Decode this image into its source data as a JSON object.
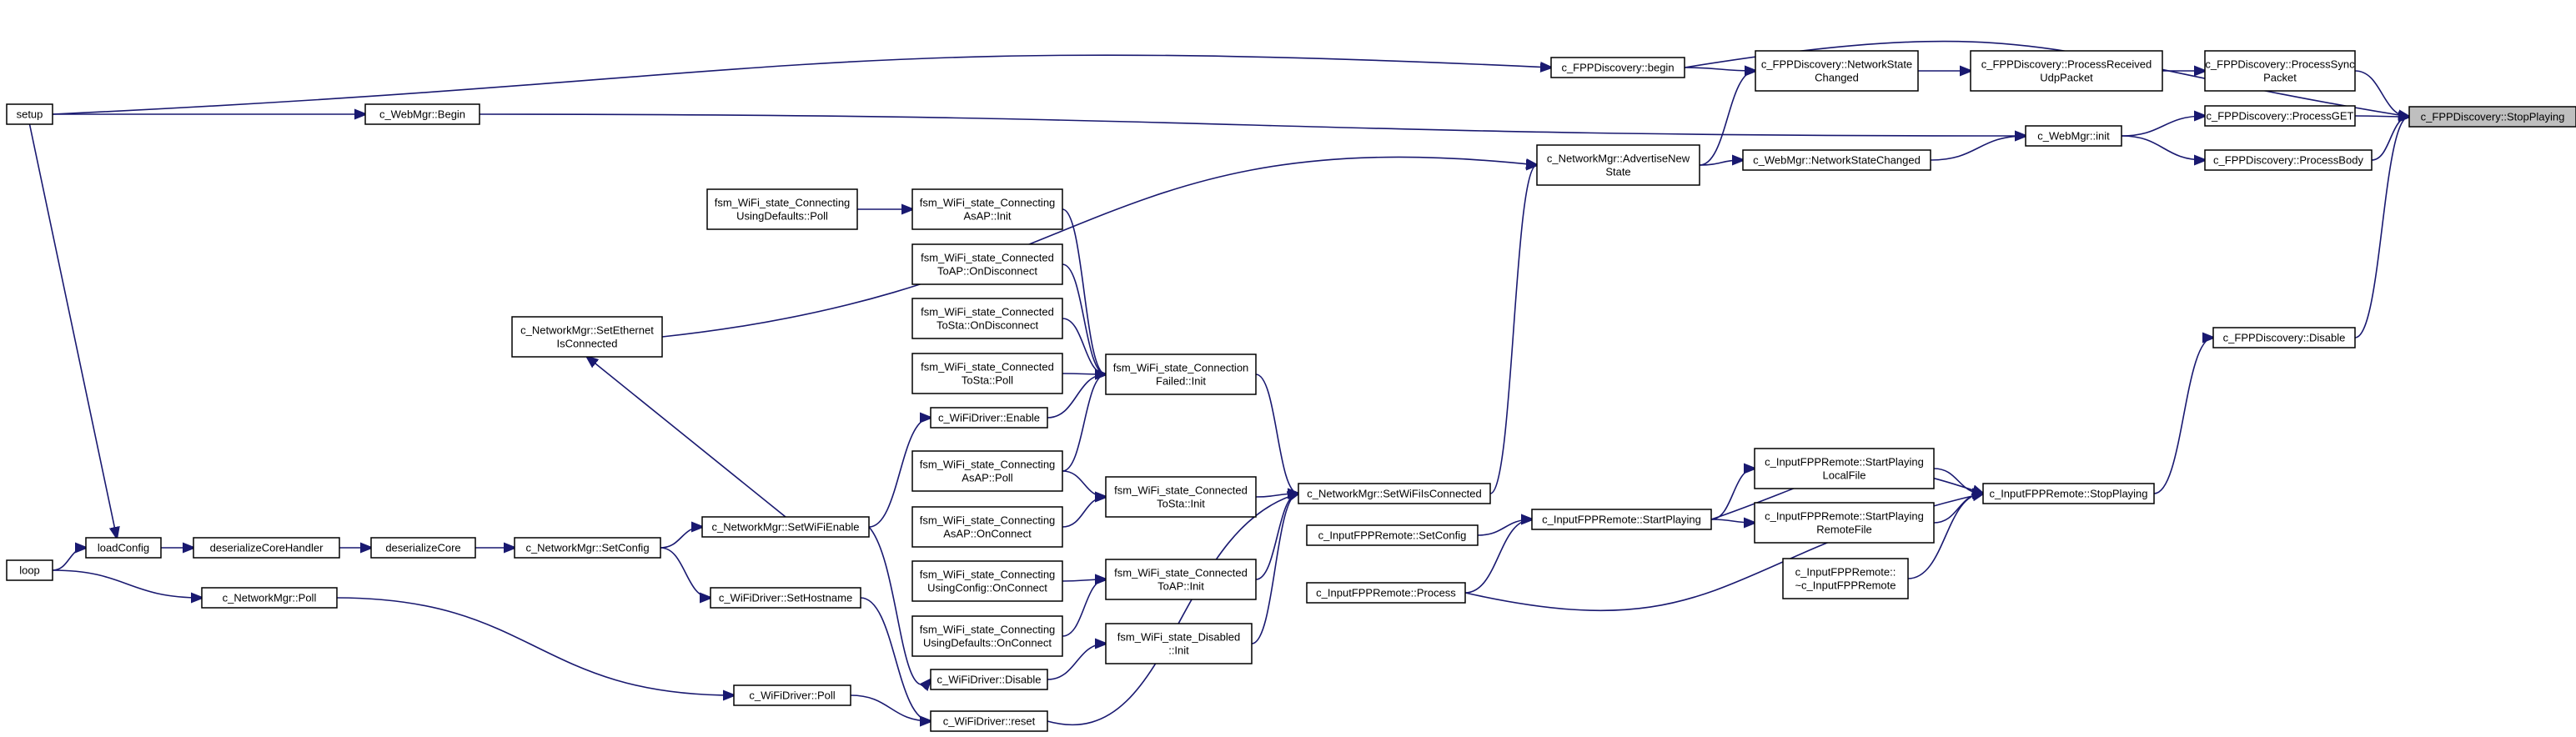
{
  "graph": {
    "title": "",
    "nodes": {
      "root": {
        "lines": [
          "c_FPPDiscovery::StopPlaying"
        ]
      },
      "psync": {
        "lines": [
          "c_FPPDiscovery::ProcessSync",
          "Packet"
        ]
      },
      "pget": {
        "lines": [
          "c_FPPDiscovery::ProcessGET"
        ]
      },
      "pbody": {
        "lines": [
          "c_FPPDiscovery::ProcessBody"
        ]
      },
      "disable": {
        "lines": [
          "c_FPPDiscovery::Disable"
        ]
      },
      "prudp": {
        "lines": [
          "c_FPPDiscovery::ProcessReceived",
          "UdpPacket"
        ]
      },
      "wminit": {
        "lines": [
          "c_WebMgr::init"
        ]
      },
      "nsc": {
        "lines": [
          "c_FPPDiscovery::NetworkState",
          "Changed"
        ]
      },
      "fbegin": {
        "lines": [
          "c_FPPDiscovery::begin"
        ]
      },
      "wmnsc": {
        "lines": [
          "c_WebMgr::NetworkStateChanged"
        ]
      },
      "adv": {
        "lines": [
          "c_NetworkMgr::AdvertiseNew",
          "State"
        ]
      },
      "setup": {
        "lines": [
          "setup"
        ]
      },
      "wmbegin": {
        "lines": [
          "c_WebMgr::Begin"
        ]
      },
      "irstop": {
        "lines": [
          "c_InputFPPRemote::StopPlaying"
        ]
      },
      "irslocal": {
        "lines": [
          "c_InputFPPRemote::StartPlaying",
          "LocalFile"
        ]
      },
      "irsremote": {
        "lines": [
          "c_InputFPPRemote::StartPlaying",
          "RemoteFile"
        ]
      },
      "irdtor": {
        "lines": [
          "c_InputFPPRemote::",
          "~c_InputFPPRemote"
        ]
      },
      "irstart": {
        "lines": [
          "c_InputFPPRemote::StartPlaying"
        ]
      },
      "irsetcfg": {
        "lines": [
          "c_InputFPPRemote::SetConfig"
        ]
      },
      "irprocess": {
        "lines": [
          "c_InputFPPRemote::Process"
        ]
      },
      "wificonn": {
        "lines": [
          "c_NetworkMgr::SetWiFiIsConnected"
        ]
      },
      "failinit": {
        "lines": [
          "fsm_WiFi_state_Connection",
          "Failed::Init"
        ]
      },
      "tostainit": {
        "lines": [
          "fsm_WiFi_state_Connected",
          "ToSta::Init"
        ]
      },
      "toapinit": {
        "lines": [
          "fsm_WiFi_state_Connected",
          "ToAP::Init"
        ]
      },
      "disinit": {
        "lines": [
          "fsm_WiFi_state_Disabled",
          "::Init"
        ]
      },
      "wdreset": {
        "lines": [
          "c_WiFiDriver::reset"
        ]
      },
      "apinit": {
        "lines": [
          "fsm_WiFi_state_Connecting",
          "AsAP::Init"
        ]
      },
      "toapdisc": {
        "lines": [
          "fsm_WiFi_state_Connected",
          "ToAP::OnDisconnect"
        ]
      },
      "tostadisc": {
        "lines": [
          "fsm_WiFi_state_Connected",
          "ToSta::OnDisconnect"
        ]
      },
      "tostapoll": {
        "lines": [
          "fsm_WiFi_state_Connected",
          "ToSta::Poll"
        ]
      },
      "wdenable": {
        "lines": [
          "c_WiFiDriver::Enable"
        ]
      },
      "appoll": {
        "lines": [
          "fsm_WiFi_state_Connecting",
          "AsAP::Poll"
        ]
      },
      "aponconn": {
        "lines": [
          "fsm_WiFi_state_Connecting",
          "AsAP::OnConnect"
        ]
      },
      "cfgconn": {
        "lines": [
          "fsm_WiFi_state_Connecting",
          "UsingConfig::OnConnect"
        ]
      },
      "defconn": {
        "lines": [
          "fsm_WiFi_state_Connecting",
          "UsingDefaults::OnConnect"
        ]
      },
      "wddisable": {
        "lines": [
          "c_WiFiDriver::Disable"
        ]
      },
      "defpoll": {
        "lines": [
          "fsm_WiFi_state_Connecting",
          "UsingDefaults::Poll"
        ]
      },
      "nmwifien": {
        "lines": [
          "c_NetworkMgr::SetWiFiEnable"
        ]
      },
      "ethconn": {
        "lines": [
          "c_NetworkMgr::SetEthernet",
          "IsConnected"
        ]
      },
      "nmsetcfg": {
        "lines": [
          "c_NetworkMgr::SetConfig"
        ]
      },
      "wdsethost": {
        "lines": [
          "c_WiFiDriver::SetHostname"
        ]
      },
      "wdpoll": {
        "lines": [
          "c_WiFiDriver::Poll"
        ]
      },
      "nmpoll": {
        "lines": [
          "c_NetworkMgr::Poll"
        ]
      },
      "dscore": {
        "lines": [
          "deserializeCore"
        ]
      },
      "dscorehdl": {
        "lines": [
          "deserializeCoreHandler"
        ]
      },
      "loadcfg": {
        "lines": [
          "loadConfig"
        ]
      },
      "loop": {
        "lines": [
          "loop"
        ]
      }
    }
  },
  "colors": {
    "edge": "#191970",
    "root_fill": "#bfbfbf",
    "node_fill": "#ffffff",
    "node_stroke": "#000000"
  }
}
